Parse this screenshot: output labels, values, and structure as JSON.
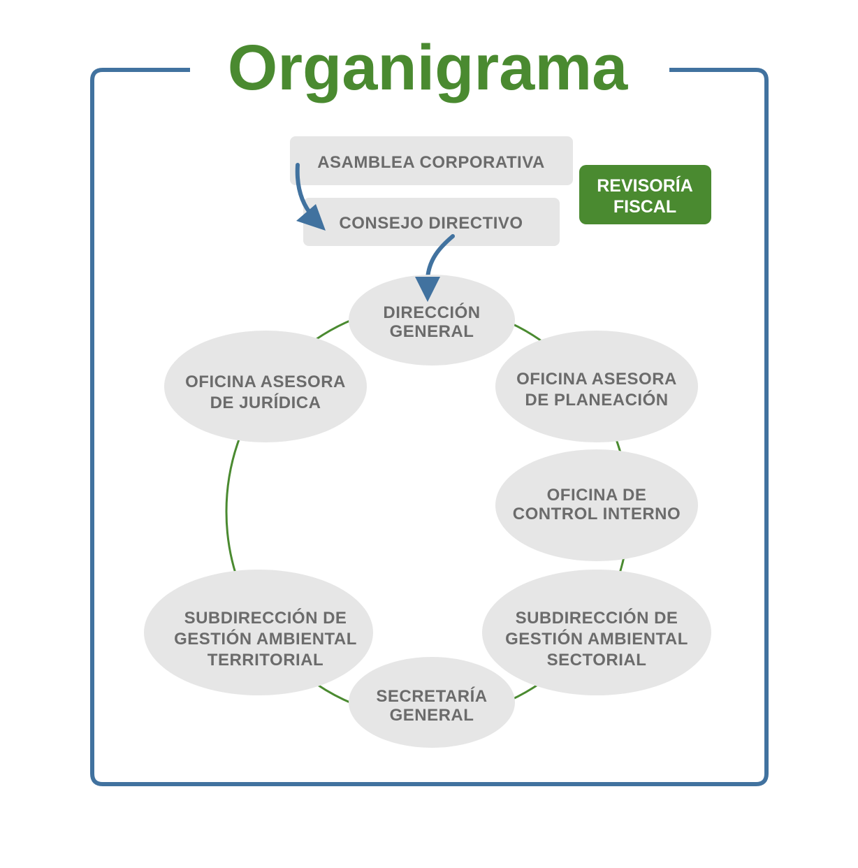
{
  "title": "Organigrama",
  "colors": {
    "frame": "#41729f",
    "title": "#4a8a30",
    "ring": "#4a8a30",
    "node_fill": "#e6e6e6",
    "node_text": "#6b6b6b",
    "arrow": "#41729f",
    "fiscal_fill": "#4a8a30"
  },
  "top_boxes": {
    "asamblea": "ASAMBLEA CORPORATIVA",
    "consejo": "CONSEJO DIRECTIVO"
  },
  "fiscal": {
    "line1": "REVISORÍA",
    "line2": "FISCAL"
  },
  "nodes": {
    "direccion": [
      "DIRECCIÓN",
      "GENERAL"
    ],
    "planeacion": [
      "OFICINA ASESORA",
      "DE PLANEACIÓN"
    ],
    "control": [
      "OFICINA DE",
      "CONTROL INTERNO"
    ],
    "sectorial": [
      "SUBDIRECCIÓN DE",
      "GESTIÓN AMBIENTAL",
      "SECTORIAL"
    ],
    "secretaria": [
      "SECRETARÍA",
      "GENERAL"
    ],
    "territorial": [
      "SUBDIRECCIÓN DE",
      "GESTIÓN AMBIENTAL",
      "TERRITORIAL"
    ],
    "juridica": [
      "OFICINA ASESORA",
      "DE JURÍDICA"
    ]
  }
}
